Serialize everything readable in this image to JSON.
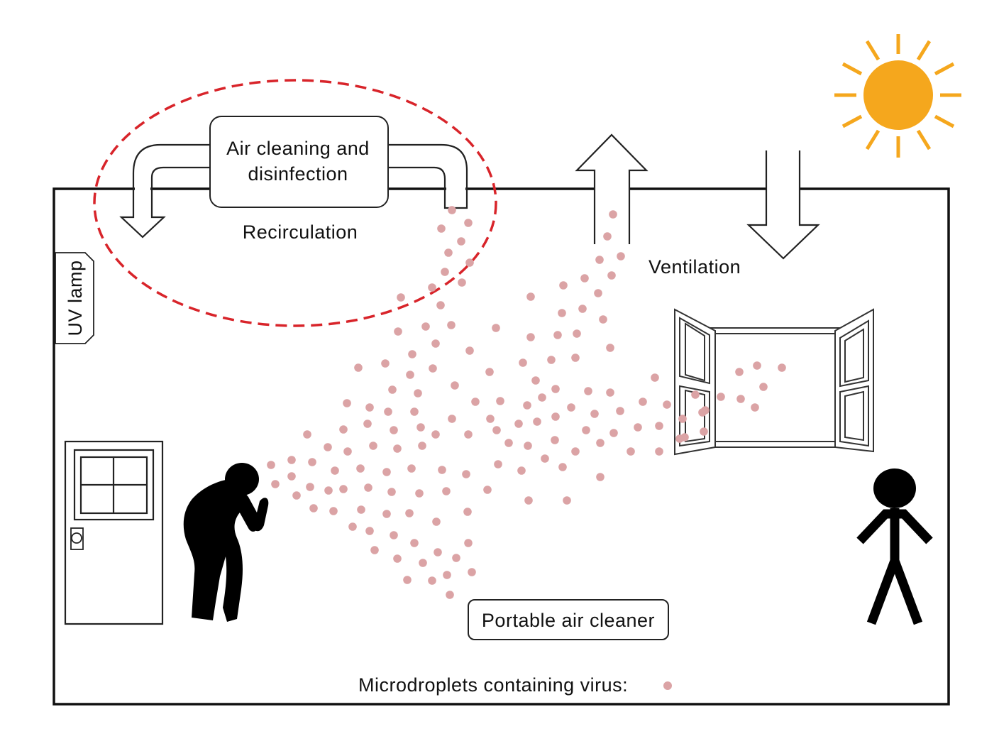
{
  "labels": {
    "air_cleaning_line1": "Air cleaning and",
    "air_cleaning_line2": "disinfection",
    "recirculation": "Recirculation",
    "ventilation": "Ventilation",
    "uv_lamp": "UV lamp",
    "portable_air_cleaner": "Portable air cleaner",
    "legend": "Microdroplets containing virus:"
  },
  "colors": {
    "droplet": "#dba3a5",
    "sun": "#f5a71d",
    "recirculation_zone": "#d8242a",
    "figures": "#000000",
    "outline": "#111111"
  },
  "icons": [
    "sun-icon",
    "door-icon",
    "window-icon",
    "coughing-person-icon",
    "standing-person-icon",
    "droplet-icon"
  ]
}
